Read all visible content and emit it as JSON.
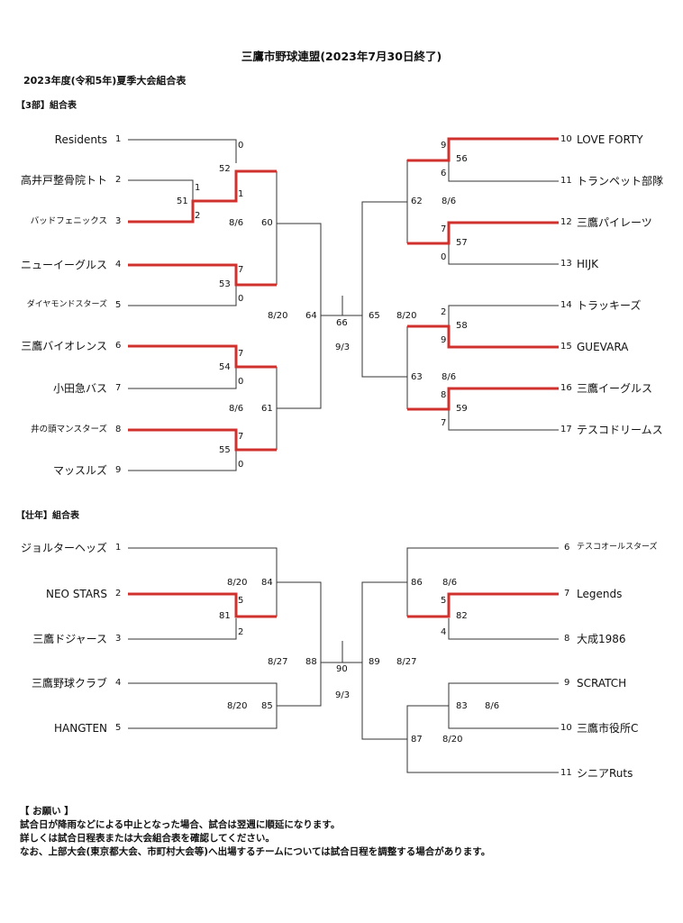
{
  "header": {
    "title": "三鷹市野球連盟(2023年7月30日終了)",
    "subtitle": "2023年度(令和5年)夏季大会組合表"
  },
  "division3": {
    "label": "【3部】組合表",
    "left_teams": [
      {
        "seed": "1",
        "name": "Residents"
      },
      {
        "seed": "2",
        "name": "高井戸整骨院トト"
      },
      {
        "seed": "3",
        "name": "バッドフェニックス"
      },
      {
        "seed": "4",
        "name": "ニューイーグルス"
      },
      {
        "seed": "5",
        "name": "ダイヤモンドスターズ"
      },
      {
        "seed": "6",
        "name": "三鷹バイオレンス"
      },
      {
        "seed": "7",
        "name": "小田急バス"
      },
      {
        "seed": "8",
        "name": "井の頭マンスターズ"
      },
      {
        "seed": "9",
        "name": "マッスルズ"
      }
    ],
    "right_teams": [
      {
        "seed": "10",
        "name": "LOVE  FORTY"
      },
      {
        "seed": "11",
        "name": "トランペット部隊"
      },
      {
        "seed": "12",
        "name": "三鷹パイレーツ"
      },
      {
        "seed": "13",
        "name": "HIJK"
      },
      {
        "seed": "14",
        "name": "トラッキーズ"
      },
      {
        "seed": "15",
        "name": "GUEVARA"
      },
      {
        "seed": "16",
        "name": "三鷹イーグルス"
      },
      {
        "seed": "17",
        "name": "テスコドリームス"
      }
    ],
    "labels": {
      "s_r1a": "0",
      "s_r1b": "52",
      "s_r1c": "1",
      "m51": "51",
      "s_51a": "1",
      "s_51b": "2",
      "d_60": "8/6",
      "m60": "60",
      "s_r2a": "7",
      "m53": "53",
      "s_r2b": "0",
      "d_64": "8/20",
      "m64": "64",
      "m66": "66",
      "d_final": "9/3",
      "s_r3a": "7",
      "m54": "54",
      "s_r3b": "0",
      "d_61": "8/6",
      "m61": "61",
      "s_r4a": "7",
      "m55": "55",
      "s_r4b": "0",
      "s_56a": "9",
      "m56": "56",
      "s_56b": "6",
      "m62": "62",
      "d_62": "8/6",
      "s_57a": "7",
      "m57": "57",
      "s_57b": "0",
      "m65": "65",
      "d_65": "8/20",
      "s_58a": "2",
      "m58": "58",
      "s_58b": "9",
      "m63": "63",
      "d_63": "8/6",
      "s_59a": "8",
      "m59": "59",
      "s_59b": "7"
    }
  },
  "senior": {
    "label": "【壮年】組合表",
    "left_teams": [
      {
        "seed": "1",
        "name": "ジョルターヘッズ"
      },
      {
        "seed": "2",
        "name": "NEO  STARS"
      },
      {
        "seed": "3",
        "name": "三鷹ドジャース"
      },
      {
        "seed": "4",
        "name": "三鷹野球クラブ"
      },
      {
        "seed": "5",
        "name": "HANGTEN"
      }
    ],
    "right_teams": [
      {
        "seed": "6",
        "name": "テスコオールスターズ"
      },
      {
        "seed": "7",
        "name": "Legends"
      },
      {
        "seed": "8",
        "name": "大成1986"
      },
      {
        "seed": "9",
        "name": "SCRATCH"
      },
      {
        "seed": "10",
        "name": "三鷹市役所C"
      },
      {
        "seed": "11",
        "name": "シニアRuts"
      }
    ],
    "labels": {
      "d_84": "8/20",
      "m84": "84",
      "s_81a": "5",
      "m81": "81",
      "s_81b": "2",
      "d_88": "8/27",
      "m88": "88",
      "m90": "90",
      "d_final": "9/3",
      "d_85": "8/20",
      "m85": "85",
      "m86": "86",
      "d_86": "8/6",
      "s_82a": "5",
      "m82": "82",
      "s_82b": "4",
      "m89": "89",
      "d_89": "8/27",
      "m83": "83",
      "d_83": "8/6",
      "m87": "87",
      "d_87": "8/20"
    }
  },
  "notice": {
    "heading": "【  お願い  】",
    "lines": [
      "試合日が降雨などによる中止となった場合、試合は翌週に順延になります。",
      "詳しくは試合日程表または大会組合表を確認してください。",
      "なお、上部大会(東京都大会、市町村大会等)へ出場するチームについては試合日程を調整する場合があります。"
    ]
  },
  "colors": {
    "winner_line": "#d0312d",
    "line": "#333333"
  }
}
